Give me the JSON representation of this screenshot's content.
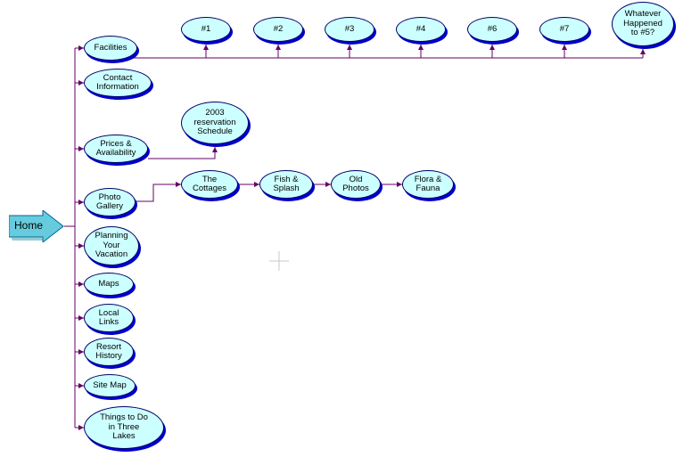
{
  "diagram": {
    "root": {
      "id": "home",
      "label": "Home"
    },
    "nodes": [
      {
        "id": "facilities",
        "label": "Facilities"
      },
      {
        "id": "contact",
        "label": "Contact\nInformation"
      },
      {
        "id": "prices",
        "label": "Prices &\nAvailability"
      },
      {
        "id": "gallery",
        "label": "Photo\nGallery"
      },
      {
        "id": "planning",
        "label": "Planning\nYour\nVacation"
      },
      {
        "id": "maps",
        "label": "Maps"
      },
      {
        "id": "local",
        "label": "Local\nLinks"
      },
      {
        "id": "history",
        "label": "Resort\nHistory"
      },
      {
        "id": "sitemap",
        "label": "Site Map"
      },
      {
        "id": "things",
        "label": "Things to Do\nin Three\nLakes"
      },
      {
        "id": "f1",
        "label": "#1"
      },
      {
        "id": "f2",
        "label": "#2"
      },
      {
        "id": "f3",
        "label": "#3"
      },
      {
        "id": "f4",
        "label": "#4"
      },
      {
        "id": "f6",
        "label": "#6"
      },
      {
        "id": "f7",
        "label": "#7"
      },
      {
        "id": "f5",
        "label": "Whatever\nHappened\nto #5?"
      },
      {
        "id": "schedule",
        "label": "2003\nreservation\nSchedule"
      },
      {
        "id": "cottages",
        "label": "The\nCottages"
      },
      {
        "id": "fish",
        "label": "Fish &\nSplash"
      },
      {
        "id": "oldphotos",
        "label": "Old\nPhotos"
      },
      {
        "id": "flora",
        "label": "Flora &\nFauna"
      }
    ],
    "edges": [
      {
        "from": "home",
        "to": "facilities"
      },
      {
        "from": "home",
        "to": "contact"
      },
      {
        "from": "home",
        "to": "prices"
      },
      {
        "from": "home",
        "to": "gallery"
      },
      {
        "from": "home",
        "to": "planning"
      },
      {
        "from": "home",
        "to": "maps"
      },
      {
        "from": "home",
        "to": "local"
      },
      {
        "from": "home",
        "to": "history"
      },
      {
        "from": "home",
        "to": "sitemap"
      },
      {
        "from": "home",
        "to": "things"
      },
      {
        "from": "facilities",
        "to": "f1"
      },
      {
        "from": "facilities",
        "to": "f2"
      },
      {
        "from": "facilities",
        "to": "f3"
      },
      {
        "from": "facilities",
        "to": "f4"
      },
      {
        "from": "facilities",
        "to": "f6"
      },
      {
        "from": "facilities",
        "to": "f7"
      },
      {
        "from": "facilities",
        "to": "f5"
      },
      {
        "from": "prices",
        "to": "schedule"
      },
      {
        "from": "gallery",
        "to": "cottages"
      },
      {
        "from": "cottages",
        "to": "fish"
      },
      {
        "from": "fish",
        "to": "oldphotos"
      },
      {
        "from": "oldphotos",
        "to": "flora"
      }
    ],
    "colors": {
      "node_fill": "#ccffff",
      "node_border": "#000066",
      "node_shadow": "#0000cc",
      "connector": "#660066",
      "home_fill": "#66ccdd",
      "home_border": "#006699"
    }
  }
}
